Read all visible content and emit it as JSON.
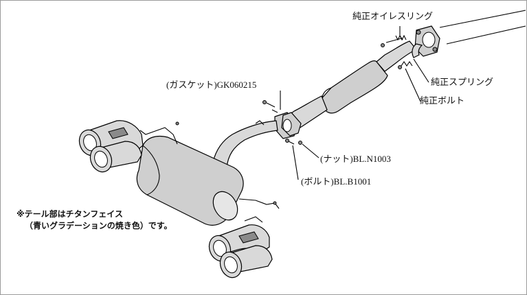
{
  "labels": {
    "oil_ring": "純正オイレスリング",
    "spring": "純正スプリング",
    "bolt_oem": "純正ボルト",
    "gasket": "(ガスケット)GK060215",
    "nut": "(ナット)BL.N1003",
    "bolt": "(ボルト)BL.B1001"
  },
  "note": {
    "line1": "※テール部はチタンフェイス",
    "line2": "（青いグラデーションの焼き色）です。"
  }
}
